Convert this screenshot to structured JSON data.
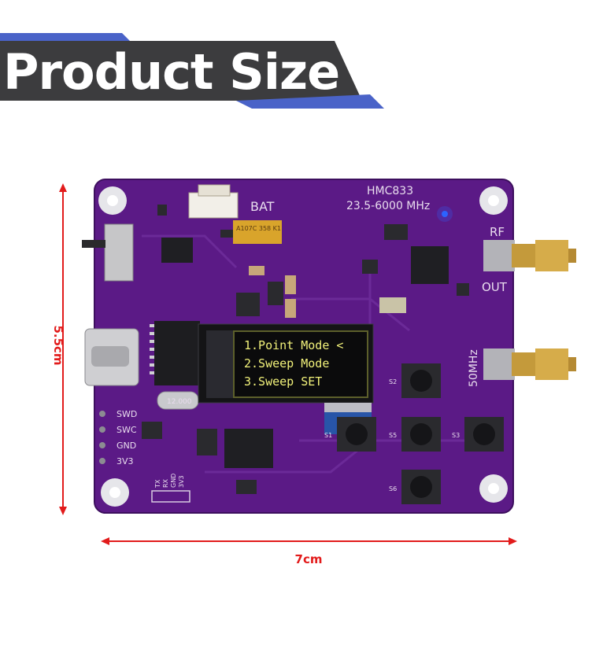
{
  "banner": {
    "title": "Product Size"
  },
  "dimensions": {
    "height_label": "5.5cm",
    "width_label": "7cm"
  },
  "board": {
    "model": "HMC833",
    "freq_range": "23.5-6000 MHz",
    "bat_label": "BAT",
    "rf_label": "RF",
    "out_label": "OUT",
    "ref_label": "50MHz",
    "pins": [
      "SWD",
      "SWC",
      "GND",
      "3V3"
    ],
    "serial_pins": [
      "TX",
      "RX",
      "GND",
      "3V3"
    ],
    "crystal": "12.000",
    "switch_labels": [
      "S2",
      "S5",
      "S3",
      "S6",
      "S1"
    ],
    "cap_label": "A107C 358 K1"
  },
  "oled": {
    "lines": [
      "1.Point Mode <",
      "2.Sweep Mode",
      "3.Sweep SET"
    ]
  },
  "colors": {
    "pcb": "#5b1a86",
    "banner_dark": "#3c3c3e",
    "banner_blue": "#4a63c8",
    "dimension": "#e21b1b",
    "oled_text": "#f2f27a"
  }
}
